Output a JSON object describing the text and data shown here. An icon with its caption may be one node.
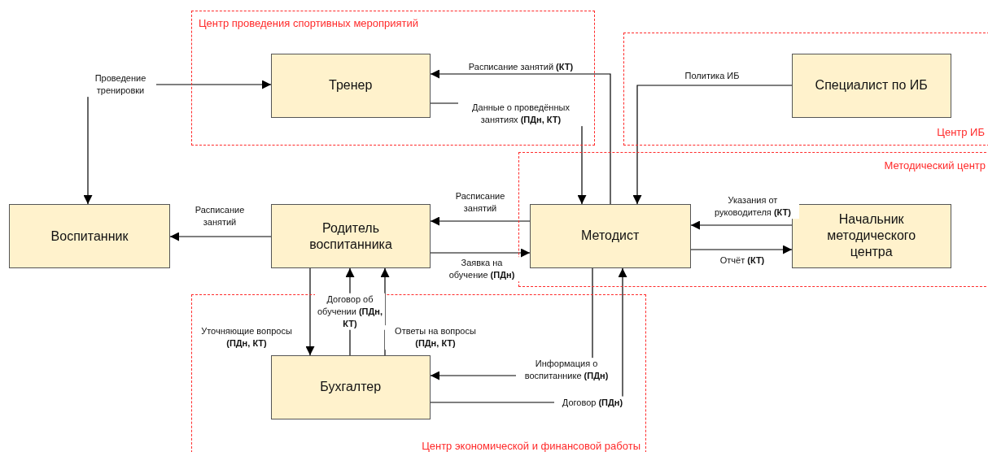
{
  "diagram": {
    "nodes": [
      {
        "text": [
          "Центр проведения спортивных мероприятий"
        ]
      },
      {
        "text": [
          "Тренер"
        ],
        "in": 0
      },
      {
        "text": [
          "Центр ИБ"
        ]
      },
      {
        "text": [
          "Специалист по ИБ"
        ],
        "in": 2
      },
      {
        "text": [
          "Воспитанник"
        ]
      },
      {
        "text": [
          "Родитель воспитанника"
        ]
      },
      {
        "text": [
          "Методический центр"
        ]
      },
      {
        "text": [
          "Методист"
        ],
        "in": 6
      },
      {
        "text": [
          "Начальник методического центра"
        ],
        "in": 6
      },
      {
        "text": [
          "Центр экономической и финансовой работы"
        ]
      },
      {
        "text": [
          "Бухгалтер"
        ],
        "in": 9
      }
    ],
    "edges": [
      {
        "from": 4,
        "to": 1,
        "arrow": "both",
        "label": "Проведение тренировки"
      },
      {
        "from": 7,
        "to": 1,
        "arrow": "to",
        "label": "Расписание занятий **(КТ)**"
      },
      {
        "from": 1,
        "to": 7,
        "arrow": "to",
        "label": "Данные о проведённых занятиях **(ПДн, КТ)**"
      },
      {
        "from": 3,
        "to": 7,
        "arrow": "to",
        "label": "Политика ИБ"
      },
      {
        "from": 7,
        "to": 5,
        "arrow": "to",
        "label": "Расписание занятий"
      },
      {
        "from": 5,
        "to": 7,
        "arrow": "to",
        "label": "Заявка на обучение **(ПДн)**"
      },
      {
        "from": 5,
        "to": 4,
        "arrow": "to",
        "label": "Расписание занятий"
      },
      {
        "from": 8,
        "to": 7,
        "arrow": "to",
        "label": "Указания от руководителя **(КТ)**"
      },
      {
        "from": 7,
        "to": 8,
        "arrow": "to",
        "label": "Отчёт **(КТ)**"
      },
      {
        "from": 5,
        "to": 10,
        "arrow": "to",
        "label": "Уточняющие вопросы **(ПДн, КТ)**"
      },
      {
        "from": 10,
        "to": 5,
        "arrow": "to",
        "label": "Договор об обучении **(ПДн, КТ)**"
      },
      {
        "from": 10,
        "to": 5,
        "arrow": "to",
        "label": "Ответы на вопросы **(ПДн, КТ)**"
      },
      {
        "from": 7,
        "to": 10,
        "arrow": "to",
        "label": "Информация о воспитаннике **(ПДн)**"
      },
      {
        "from": 10,
        "to": 7,
        "arrow": "to",
        "label": "Договор **(ПДн)**"
      }
    ]
  }
}
